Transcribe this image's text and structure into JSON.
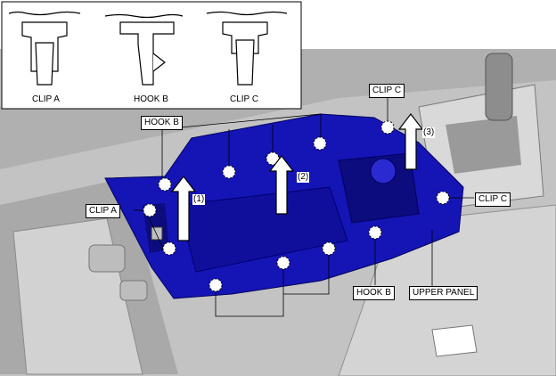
{
  "legend": {
    "clip_a": "CLIP A",
    "hook_b": "HOOK B",
    "clip_c": "CLIP C"
  },
  "callouts": {
    "hook_b_top": "HOOK B",
    "clip_c_top": "CLIP C",
    "clip_a_left": "CLIP A",
    "clip_c_right": "CLIP C",
    "hook_b_bottom": "HOOK B",
    "upper_panel": "UPPER PANEL"
  },
  "steps": [
    "(1)",
    "(2)",
    "(3)"
  ],
  "colors": {
    "panel": "#1515b5",
    "panel_dark": "#0c0c7e",
    "console_gray": "#c9c9c9",
    "background_gray": "#b8b8b8"
  }
}
